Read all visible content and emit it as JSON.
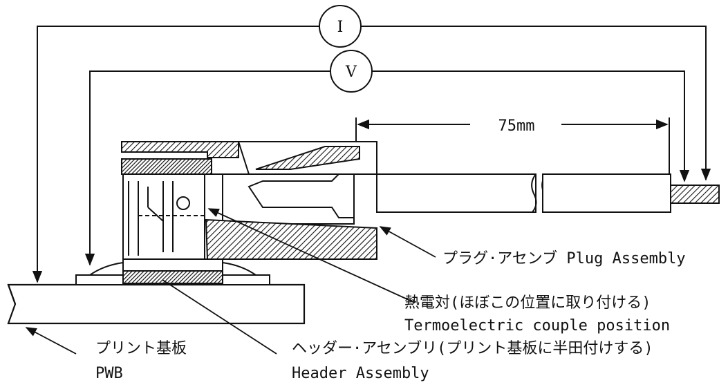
{
  "meters": {
    "current_symbol": "I",
    "voltage_symbol": "V"
  },
  "dimension": {
    "length_label": "75mm"
  },
  "labels": {
    "plug_assembly": "プラグ·アセンブ Plug Assembly",
    "thermocouple_jp": "熱電対(ほぼこの位置に取り付ける)",
    "thermocouple_en": "Termoelectric couple position",
    "pwb_jp": "プリント基板",
    "pwb_en": "PWB",
    "header_jp": "ヘッダー·アセンブリ(プリント基板に半田付けする)",
    "header_en": "Header Assembly"
  },
  "colors": {
    "ink": "#111111",
    "paper": "#ffffff"
  }
}
